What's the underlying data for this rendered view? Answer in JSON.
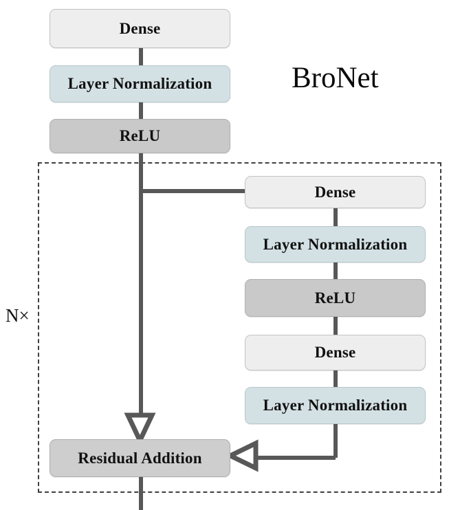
{
  "diagram": {
    "title": "BroNet",
    "repeat_label": "N×",
    "colors": {
      "dense_fill": "#eeeeee",
      "layernorm_fill": "#d4e1e4",
      "relu_fill": "#c9c9c9",
      "residual_fill": "#cecece",
      "connector": "#585858",
      "dashed_border": "#3f3f3f",
      "text": "#111111"
    },
    "stem": {
      "blocks": [
        {
          "label": "Dense",
          "type": "dense"
        },
        {
          "label": "Layer Normalization",
          "type": "layernorm"
        },
        {
          "label": "ReLU",
          "type": "relu"
        }
      ]
    },
    "branch": {
      "blocks": [
        {
          "label": "Dense",
          "type": "dense"
        },
        {
          "label": "Layer Normalization",
          "type": "layernorm"
        },
        {
          "label": "ReLU",
          "type": "relu"
        },
        {
          "label": "Dense",
          "type": "dense"
        },
        {
          "label": "Layer Normalization",
          "type": "layernorm"
        }
      ]
    },
    "merge": {
      "label": "Residual Addition",
      "type": "residual"
    }
  }
}
